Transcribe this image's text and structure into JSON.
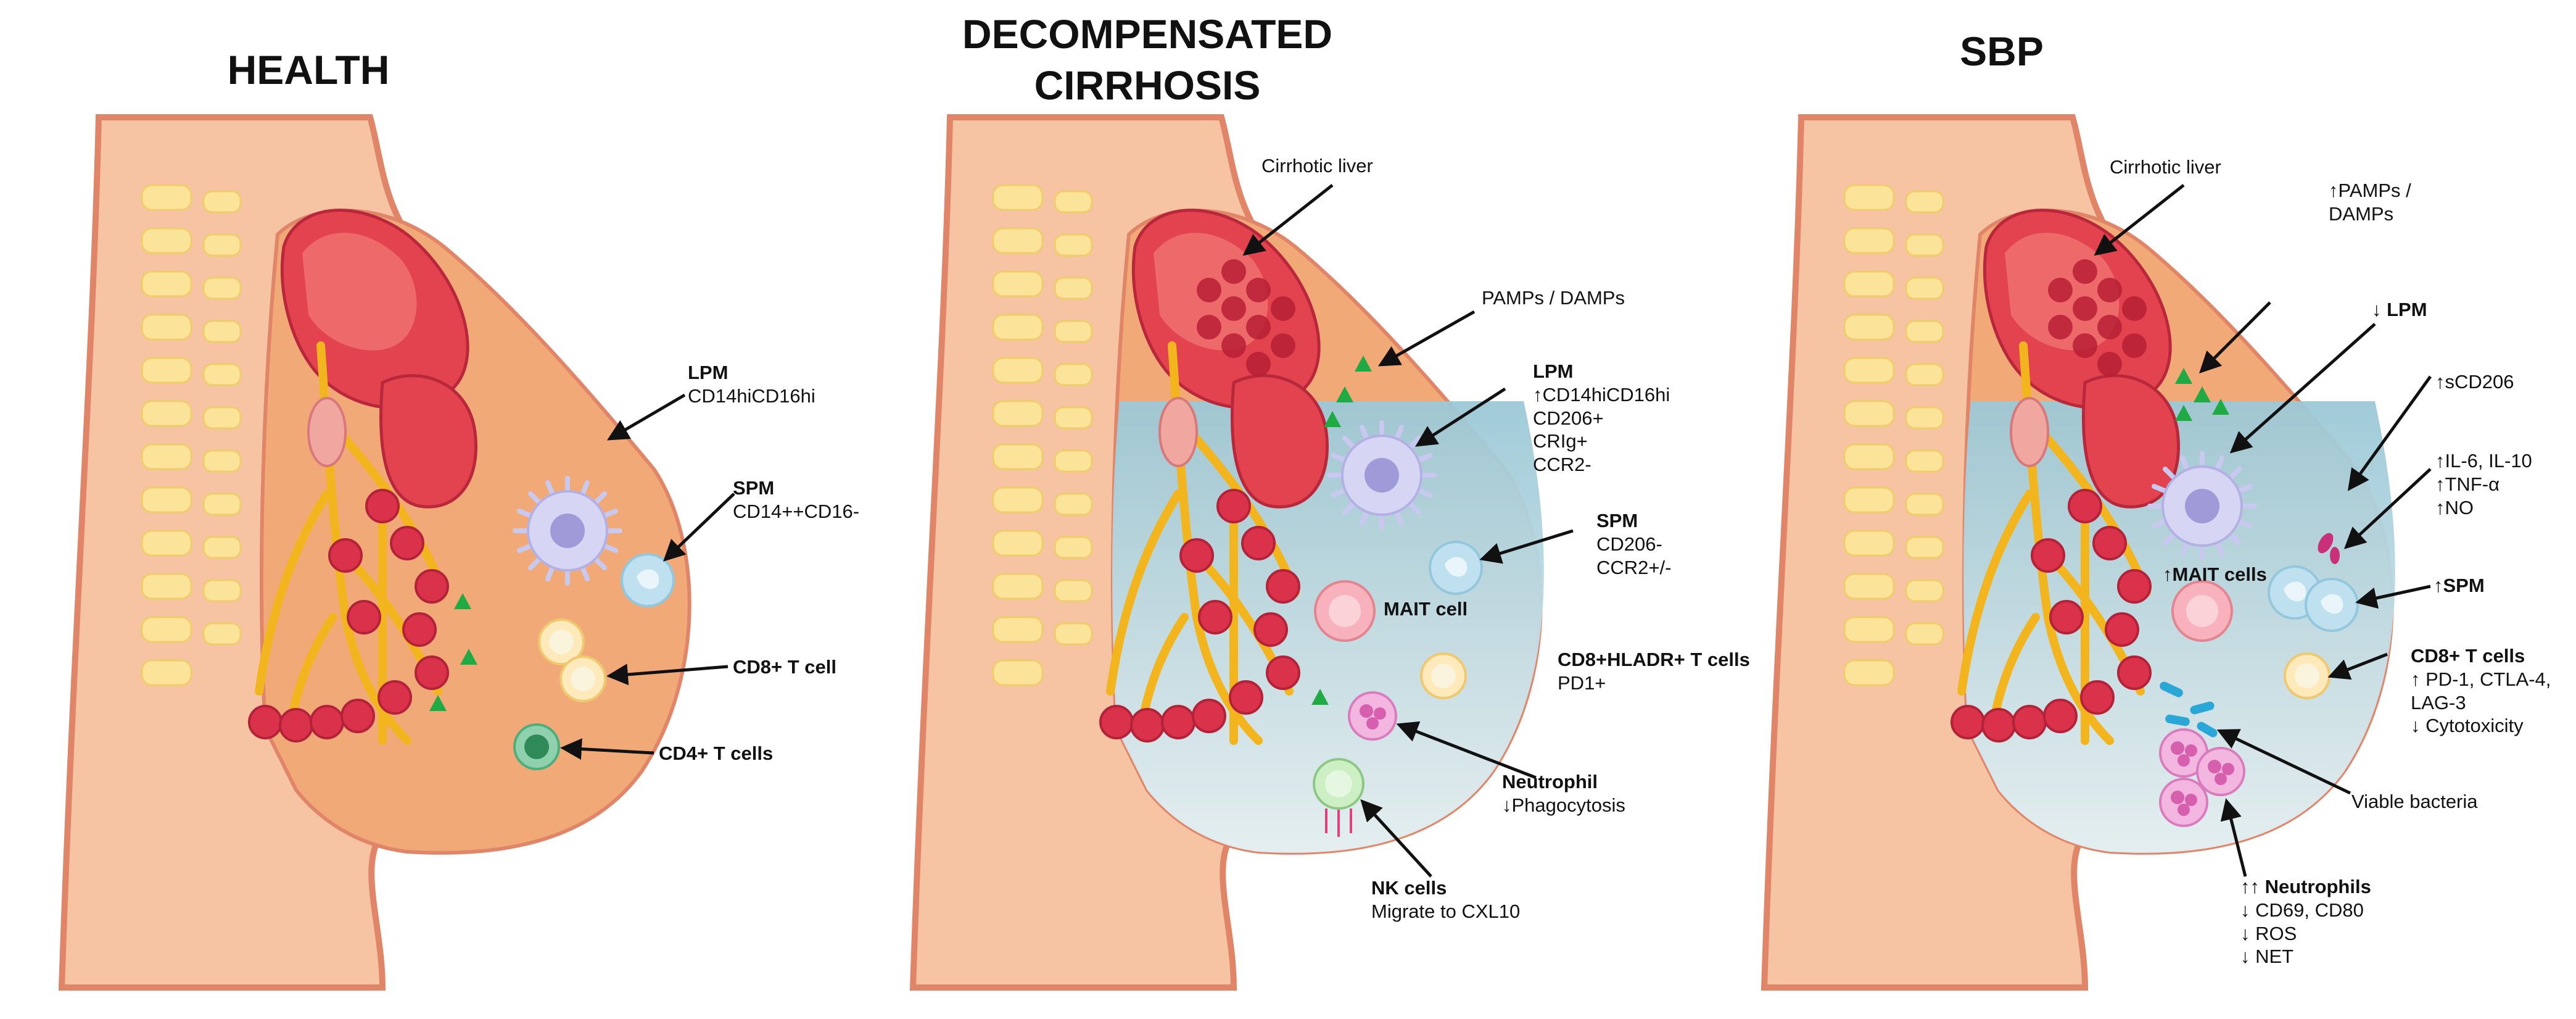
{
  "panels": [
    {
      "title": "HEALTH",
      "labels": {
        "lpm_title": "LPM",
        "lpm_marker": "CD14hiCD16hi",
        "spm_title": "SPM",
        "spm_marker": "CD14++CD16-",
        "cd8": "CD8+ T cell",
        "cd4": "CD4+ T cells"
      }
    },
    {
      "title_line1": "DECOMPENSATED",
      "title_line2": "CIRRHOSIS",
      "labels": {
        "liver": "Cirrhotic liver",
        "pamps": "PAMPs / DAMPs",
        "lpm_title": "LPM",
        "lpm_l1": "↑CD14hiCD16hi",
        "lpm_l2": "CD206+",
        "lpm_l3": "CRIg+",
        "lpm_l4": "CCR2-",
        "spm_title": "SPM",
        "spm_l1": "CD206-",
        "spm_l2": "CCR2+/-",
        "mait": "MAIT cell",
        "cd8_title": "CD8+HLADR+ T cells",
        "cd8_l1": "PD1+",
        "neut_title": "Neutrophil",
        "neut_l1": "↓Phagocytosis",
        "nk_title": "NK cells",
        "nk_l1": "Migrate to CXL10"
      }
    },
    {
      "title": "SBP",
      "labels": {
        "liver": "Cirrhotic liver",
        "pamps_l1": "↑PAMPs /",
        "pamps_l2": "DAMPs",
        "lpm": "↓ LPM",
        "scd206": "↑sCD206",
        "cyt_l1": "↑IL-6, IL-10",
        "cyt_l2": "↑TNF-α",
        "cyt_l3": "↑NO",
        "mait": "↑MAIT cells",
        "spm": "↑SPM",
        "cd8_title": "CD8+ T cells",
        "cd8_l1": "↑ PD-1, CTLA-4,",
        "cd8_l2": "LAG-3",
        "cd8_l3": "↓ Cytotoxicity",
        "bacteria": "Viable bacteria",
        "neut_title": "↑↑ Neutrophils",
        "neut_l1": "↓ CD69, CD80",
        "neut_l2": "↓ ROS",
        "neut_l3": "↓ NET"
      }
    }
  ],
  "colors": {
    "skin": "#f6c3a3",
    "skin_outline": "#e08568",
    "cavity": "#f2a978",
    "ascites": "#cfe6ee",
    "liver": "#e2434f",
    "liver_light": "#f47a76",
    "spine": "#fbe39a",
    "vessel": "#f2b51d",
    "rbc": "#d9324a",
    "lpm_cell": "#c9c8ef",
    "spm_cell": "#bfe0ee",
    "cd8_cell": "#fde9b9",
    "cd4_cell": "#4dae7c",
    "mait_cell": "#f7b2bd",
    "neutrophil": "#f09ad7",
    "nk_cell": "#ccefc4",
    "bacteria": "#2aa7d6",
    "pamp_triangle": "#1faa44"
  }
}
